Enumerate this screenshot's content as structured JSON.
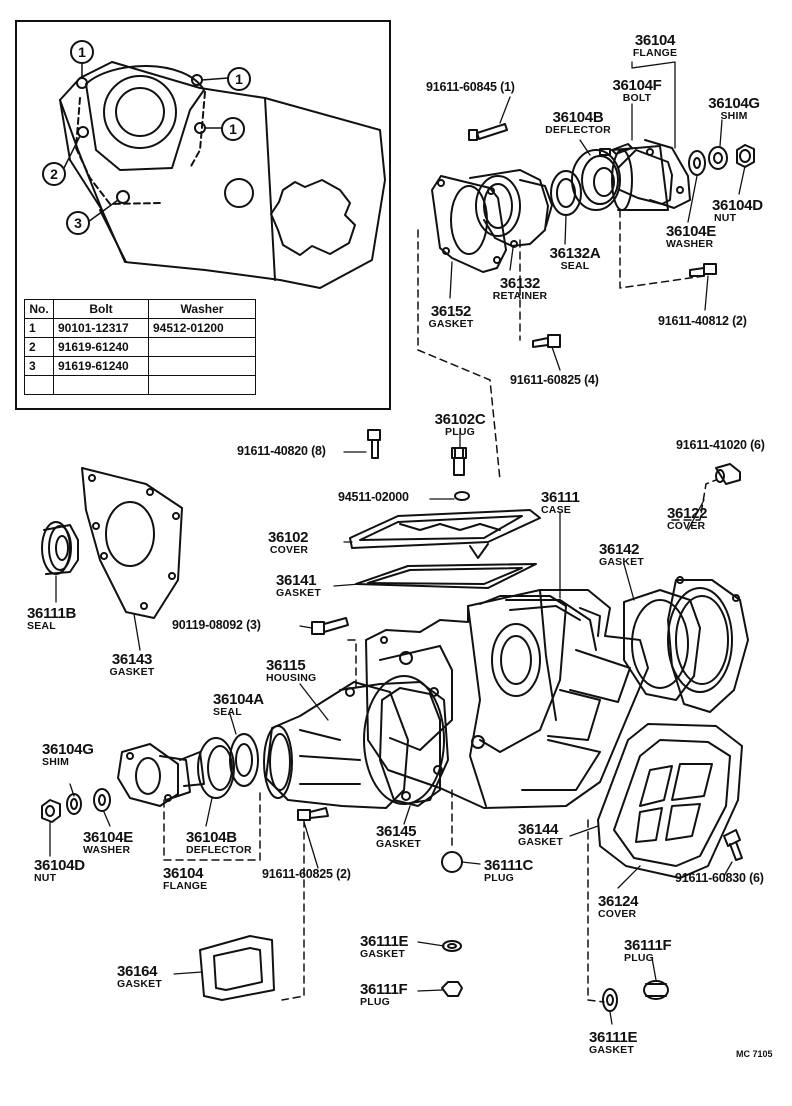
{
  "inset": {
    "callouts": [
      "1",
      "1",
      "1",
      "2",
      "3"
    ],
    "table": {
      "headers": [
        "No.",
        "Bolt",
        "Washer"
      ],
      "rows": [
        [
          "1",
          "90101-12317",
          "94512-01200"
        ],
        [
          "2",
          "91619-61240",
          ""
        ],
        [
          "3",
          "91619-61240",
          ""
        ],
        [
          "",
          "",
          ""
        ]
      ]
    }
  },
  "parts": [
    {
      "id": "p36104_top",
      "number": "36104",
      "name": "FLANGE"
    },
    {
      "id": "p36104F",
      "number": "36104F",
      "name": "BOLT"
    },
    {
      "id": "p36104G_top",
      "number": "36104G",
      "name": "SHIM"
    },
    {
      "id": "p36104B_top",
      "number": "36104B",
      "name": "DEFLECTOR"
    },
    {
      "id": "p36104D_top",
      "number": "36104D",
      "name": "NUT"
    },
    {
      "id": "p36104E_top",
      "number": "36104E",
      "name": "WASHER"
    },
    {
      "id": "p36132A",
      "number": "36132A",
      "name": "SEAL"
    },
    {
      "id": "p36132",
      "number": "36132",
      "name": "RETAINER"
    },
    {
      "id": "p36152",
      "number": "36152",
      "name": "GASKET"
    },
    {
      "id": "p36102C",
      "number": "36102C",
      "name": "PLUG"
    },
    {
      "id": "p36111",
      "number": "36111",
      "name": "CASE"
    },
    {
      "id": "p36122",
      "number": "36122",
      "name": "COVER"
    },
    {
      "id": "p36102",
      "number": "36102",
      "name": "COVER"
    },
    {
      "id": "p36141",
      "number": "36141",
      "name": "GASKET"
    },
    {
      "id": "p36142",
      "number": "36142",
      "name": "GASKET"
    },
    {
      "id": "p36111B",
      "number": "36111B",
      "name": "SEAL"
    },
    {
      "id": "p36143",
      "number": "36143",
      "name": "GASKET"
    },
    {
      "id": "p36115",
      "number": "36115",
      "name": "HOUSING"
    },
    {
      "id": "p36104A",
      "number": "36104A",
      "name": "SEAL"
    },
    {
      "id": "p36104G_bot",
      "number": "36104G",
      "name": "SHIM"
    },
    {
      "id": "p36104E_bot",
      "number": "36104E",
      "name": "WASHER"
    },
    {
      "id": "p36104B_bot",
      "number": "36104B",
      "name": "DEFLECTOR"
    },
    {
      "id": "p36104D_bot",
      "number": "36104D",
      "name": "NUT"
    },
    {
      "id": "p36104_bot",
      "number": "36104",
      "name": "FLANGE"
    },
    {
      "id": "p36145",
      "number": "36145",
      "name": "GASKET"
    },
    {
      "id": "p36144",
      "number": "36144",
      "name": "GASKET"
    },
    {
      "id": "p36111C",
      "number": "36111C",
      "name": "PLUG"
    },
    {
      "id": "p36124",
      "number": "36124",
      "name": "COVER"
    },
    {
      "id": "p36111E_mid",
      "number": "36111E",
      "name": "GASKET"
    },
    {
      "id": "p36111F_mid",
      "number": "36111F",
      "name": "PLUG"
    },
    {
      "id": "p36164",
      "number": "36164",
      "name": "GASKET"
    },
    {
      "id": "p36111F_right",
      "number": "36111F",
      "name": "PLUG"
    },
    {
      "id": "p36111E_right",
      "number": "36111E",
      "name": "GASKET"
    }
  ],
  "bolts": [
    {
      "id": "b60845",
      "text": "91611-60845 (1)"
    },
    {
      "id": "b40812",
      "text": "91611-40812 (2)"
    },
    {
      "id": "b60825_4",
      "text": "91611-60825 (4)"
    },
    {
      "id": "b40820",
      "text": "91611-40820 (8)"
    },
    {
      "id": "b41020",
      "text": "91611-41020 (6)"
    },
    {
      "id": "w02000",
      "text": "94511-02000"
    },
    {
      "id": "b08092",
      "text": "90119-08092 (3)"
    },
    {
      "id": "b60825_2",
      "text": "91611-60825 (2)"
    },
    {
      "id": "b60830",
      "text": "91611-60830 (6)"
    }
  ],
  "diagram_code": "MC 7105"
}
